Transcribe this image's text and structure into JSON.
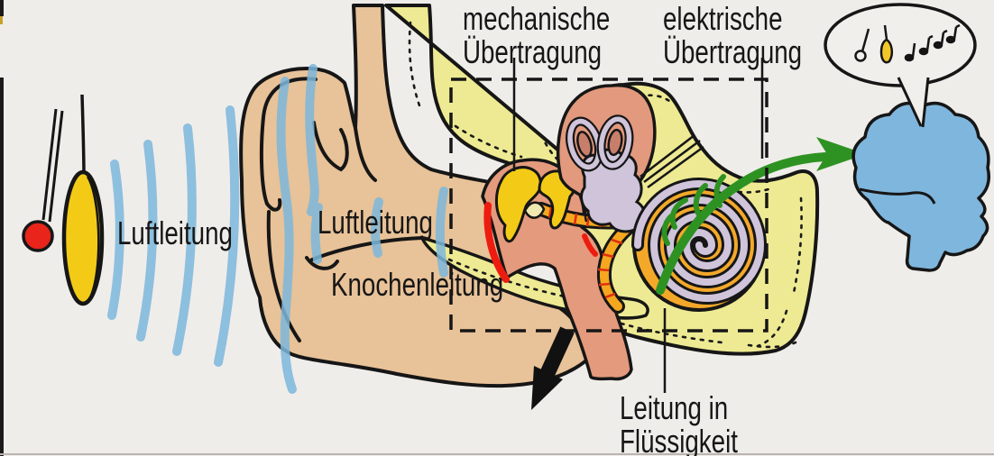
{
  "labels": {
    "air_conduction_outer": "Luftleitung",
    "air_conduction_canal": "Luftleitung",
    "bone_conduction": "Knochenleitung",
    "mechanical_line1": "mechanische",
    "mechanical_line2": "Übertragung",
    "electrical_line1": "elektrische",
    "electrical_line2": "Übertragung",
    "fluid_line1": "Leitung in",
    "fluid_line2": "Flüssigkeit"
  },
  "icons": {
    "sound_source": "pendulum-gong-icon",
    "sound_waves": "sound-wave-arcs-icon",
    "outer_ear": "outer-ear-pinna",
    "eardrum": "eardrum-membrane",
    "ossicles": "ossicle-chain-icon",
    "semicircular_canals": "semicircular-canals-icon",
    "cochlea": "cochlea-spiral-icon",
    "auditory_nerve": "green-nerve-arrow-icon",
    "eustachian_arrow": "black-down-arrow-icon",
    "brain": "brain-icon",
    "speech_bubble": "thought-bubble-icon",
    "music_notes": "music-notes-icon"
  },
  "colors": {
    "background": "#efedea",
    "skin": "#e8c298",
    "bone": "#eeea93",
    "sound_wave_blue": "#7db8dc",
    "signal_red": "#e8251a",
    "gold": "#f3cb17",
    "middle_ear_salmon": "#e49a7c",
    "inner_ear_lavender": "#cfc4da",
    "ring_core": "#c77f6b",
    "cochlea_orange": "#f3a82a",
    "nerve_green": "#2e9222",
    "brain_blue": "#7fb6dd",
    "outline": "#161616"
  }
}
